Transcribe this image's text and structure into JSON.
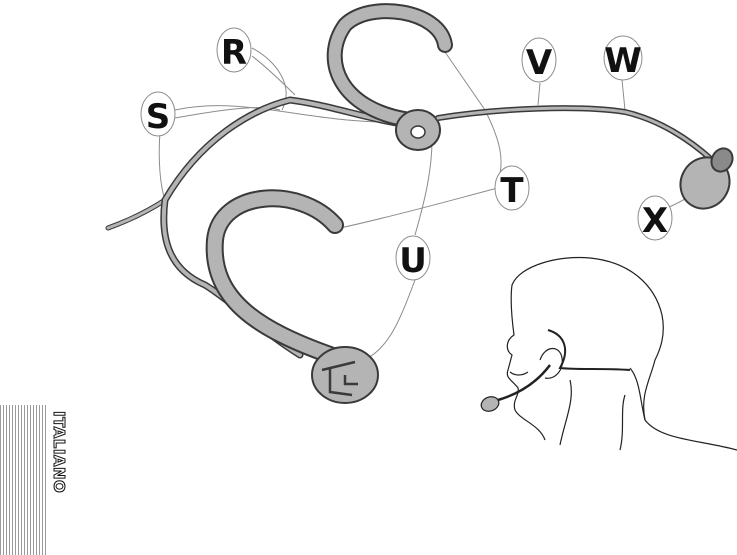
{
  "callouts": {
    "R": "R",
    "S": "S",
    "T": "T",
    "U": "U",
    "V": "V",
    "W": "W",
    "X": "X"
  },
  "side_tab": {
    "label": "ITALIANO"
  },
  "colors": {
    "headset_fill": "#b4b4b4",
    "headset_stroke": "#3a3a3a",
    "leader": "#8c8c8c"
  }
}
